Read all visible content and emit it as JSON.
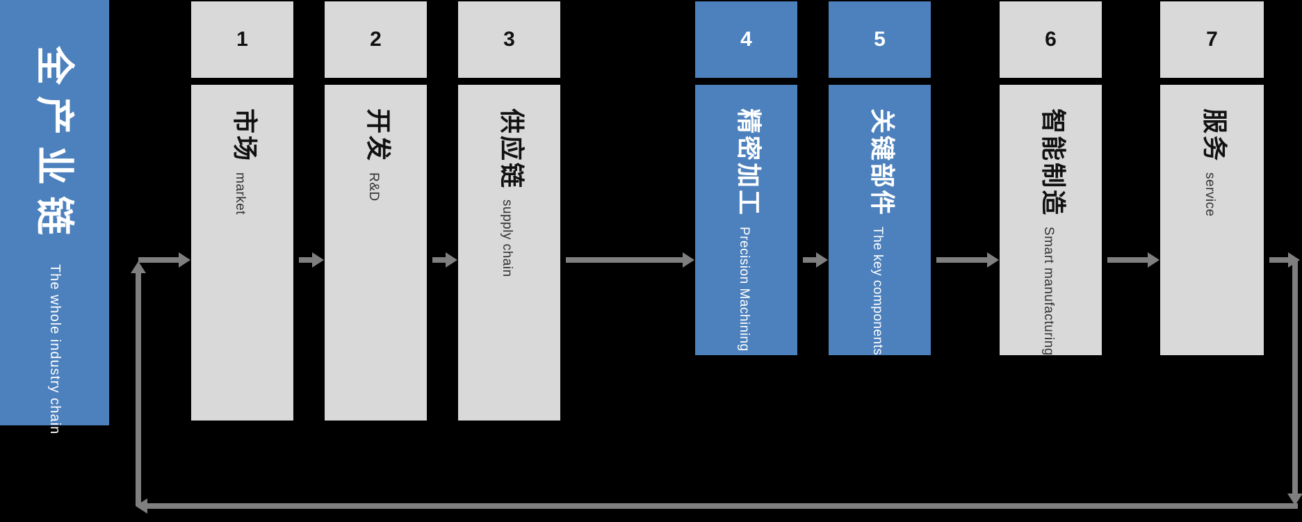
{
  "banner": {
    "title_cn": "全产业链",
    "title_en": "The whole industry chain",
    "color": "#4d81bd",
    "text_color": "#ffffff"
  },
  "colors": {
    "accent_blue": "#4d81bd",
    "box_gray": "#d9d9d9",
    "arrow_gray": "#7f7f7f",
    "background": "#000000",
    "text_dark": "#111111"
  },
  "stages": [
    {
      "number": "1",
      "cn": "市场",
      "en": "market",
      "highlight": false
    },
    {
      "number": "2",
      "cn": "开发",
      "en": "R&D",
      "highlight": false
    },
    {
      "number": "3",
      "cn": "供应链",
      "en": "supply chain",
      "highlight": false
    },
    {
      "number": "4",
      "cn": "精密加工",
      "en": "Precision Machining",
      "highlight": true
    },
    {
      "number": "5",
      "cn": "关键部件",
      "en": "The key components",
      "highlight": true
    },
    {
      "number": "6",
      "cn": "智能制造",
      "en": "Smart manufacturing",
      "highlight": false
    },
    {
      "number": "7",
      "cn": "服务",
      "en": "service",
      "highlight": false
    }
  ],
  "flow": {
    "direction": "left-to-right with feedback loop returning to stage 1",
    "arrow_count_between_stages": 6,
    "feedback_loop": true
  }
}
